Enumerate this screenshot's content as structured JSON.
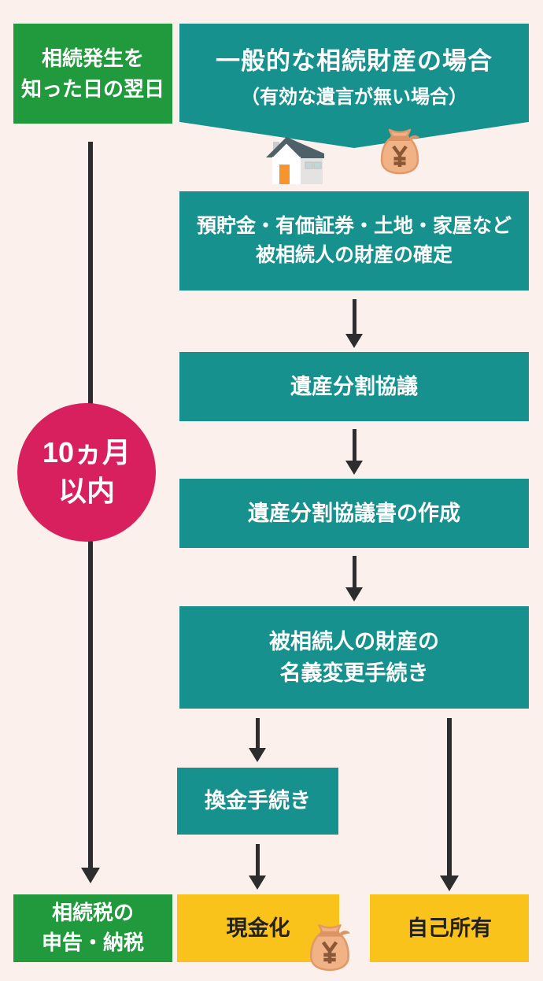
{
  "palette": {
    "background": "#fcf0ec",
    "green": "#21993d",
    "teal": "#16918e",
    "yellow": "#f9c31b",
    "pink": "#d7205d",
    "arrow": "#2d2d2d",
    "white_text": "#ffffff",
    "dark_text": "#222222"
  },
  "timeline": {
    "start": {
      "lines": [
        "相続発生を",
        "知った日の翌日"
      ]
    },
    "duration": {
      "lines": [
        "10ヵ月",
        "以内"
      ]
    },
    "end": {
      "lines": [
        "相続税の",
        "申告・納税"
      ]
    }
  },
  "flow": {
    "header": {
      "title": "一般的な相続財産の場合",
      "subtitle": "（有効な遺言が無い場合）"
    },
    "steps": [
      {
        "lines": [
          "預貯金・有価証券・土地・家屋など",
          "被相続人の財産の確定"
        ]
      },
      {
        "lines": [
          "遺産分割協議"
        ]
      },
      {
        "lines": [
          "遺産分割協議書の作成"
        ]
      },
      {
        "lines": [
          "被相続人の財産の",
          "名義変更手続き"
        ]
      },
      {
        "lines": [
          "換金手続き"
        ]
      }
    ],
    "outcomes": [
      {
        "label": "現金化"
      },
      {
        "label": "自己所有"
      }
    ]
  },
  "icons": [
    {
      "name": "house-icon",
      "glyph": "house"
    },
    {
      "name": "money-bag-icon",
      "glyph": "money bag with yen sign"
    },
    {
      "name": "money-bag-bottom-icon",
      "glyph": "money bag with yen sign"
    }
  ]
}
